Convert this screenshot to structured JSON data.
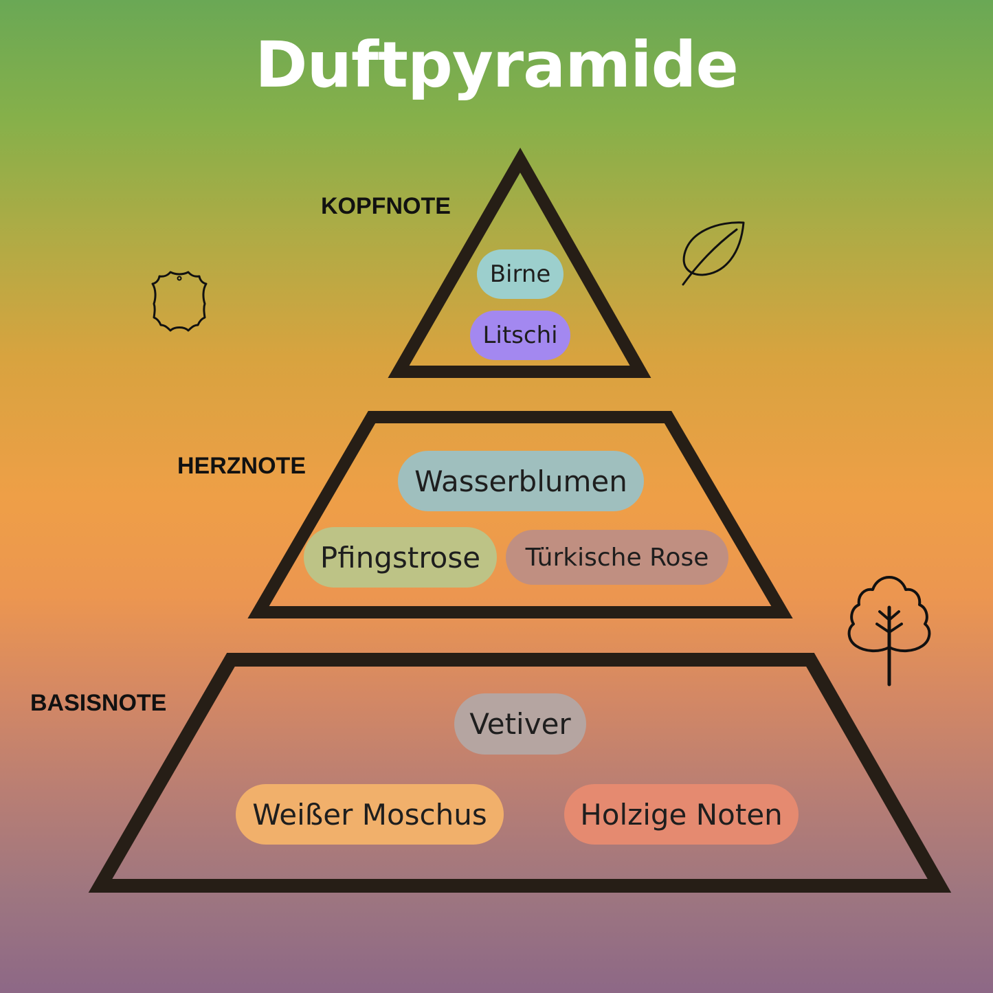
{
  "title": "Duftpyramide",
  "tiers": {
    "top": {
      "label": "KOPFNOTE",
      "notes": [
        {
          "name": "Birne",
          "color": "#9ccfcd"
        },
        {
          "name": "Litschi",
          "color": "#a388f0"
        }
      ]
    },
    "heart": {
      "label": "HERZNOTE",
      "notes": [
        {
          "name": "Wasserblumen",
          "color": "#9fbfbe"
        },
        {
          "name": "Pfingstrose",
          "color": "#bdc386"
        },
        {
          "name": "Türkische Rose",
          "color": "#c08f81"
        }
      ]
    },
    "base": {
      "label": "BASISNOTE",
      "notes": [
        {
          "name": "Vetiver",
          "color": "#b5a5a1"
        },
        {
          "name": "Weißer Moschus",
          "color": "#f1b06b"
        },
        {
          "name": "Holzige Noten",
          "color": "#e58a70"
        }
      ]
    }
  },
  "icons": [
    "leather-icon",
    "leaf-icon",
    "tree-icon"
  ],
  "colors": {
    "outline": "#261e16",
    "title": "#ffffff",
    "label": "#111111"
  }
}
